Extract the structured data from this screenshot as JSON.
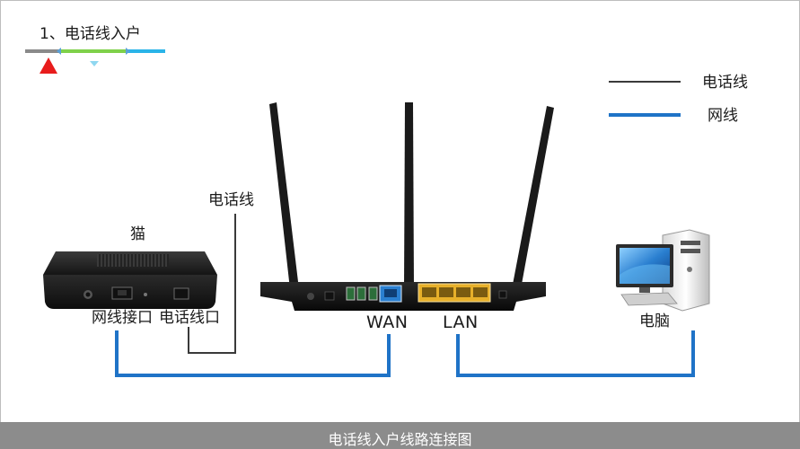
{
  "header": {
    "step_title": "1、电话线入户"
  },
  "legend": {
    "items": [
      {
        "label": "电话线",
        "color": "#3a3a3a"
      },
      {
        "label": "网线",
        "color": "#1f73c7"
      }
    ]
  },
  "labels": {
    "modem": "猫",
    "phone_line": "电话线",
    "net_port": "网线接口",
    "phone_port": "电话线口",
    "wan": "WAN",
    "lan": "LAN",
    "pc": "电脑"
  },
  "caption": "电话线入户线路连接图",
  "colors": {
    "phone_line": "#3a3a3a",
    "network_line": "#1f73c7",
    "caption_bar": "#8c8c8c",
    "wan_port": "#2a7fd0",
    "lan_port": "#e7b02a"
  },
  "icons": [
    "modem-icon",
    "router-icon",
    "computer-icon"
  ]
}
